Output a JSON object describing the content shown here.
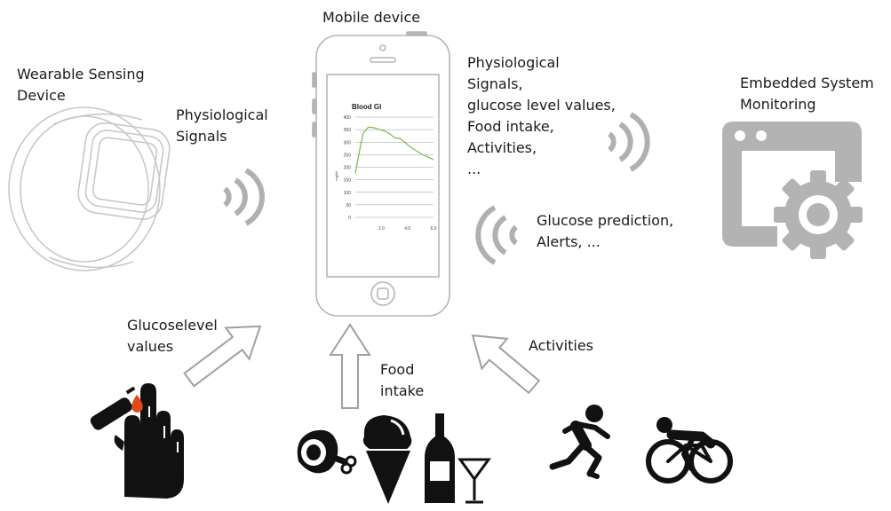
{
  "labels": {
    "mobile_device": "Mobile device",
    "wearable": "Wearable Sensing\nDevice",
    "phys_signals_left": "Physiological\nSignals",
    "phys_signals_right": "Physiological\nSignals,\nglucose level values,\nFood intake,\nActivities,\n...",
    "embedded": "Embedded System\nMonitoring",
    "prediction": "Glucose prediction,\nAlerts, ...",
    "glucose_values": "Glucoselevel\n values",
    "food_intake": "Food\nintake",
    "activities": "Activities"
  },
  "icons": {
    "wifi_color": "#b0b0b0",
    "arrow_color": "#a0a0a0",
    "monitor_color": "#b3b3b3",
    "blood_color": "#e04a1a"
  },
  "chart_data": {
    "type": "line",
    "title": "Blood Gl",
    "ylabel": "mg/dL",
    "xlabel": "",
    "ylim": [
      0,
      400
    ],
    "xlim": [
      0,
      6.0
    ],
    "y_ticks": [
      "0",
      "50",
      "100",
      "150",
      "200",
      "250",
      "300",
      "350",
      "400"
    ],
    "x_ticks": [
      "2.0",
      "4.0",
      "6.0"
    ],
    "series": [
      {
        "color": "#7ab648",
        "x": [
          0,
          0.3,
          0.6,
          1.0,
          1.4,
          1.8,
          2.2,
          2.6,
          3.0,
          3.4,
          3.8,
          4.2,
          4.6,
          5.0,
          5.4,
          5.8,
          6.0
        ],
        "y": [
          175,
          260,
          335,
          360,
          358,
          352,
          345,
          335,
          318,
          315,
          300,
          282,
          268,
          255,
          245,
          235,
          230
        ]
      }
    ]
  }
}
